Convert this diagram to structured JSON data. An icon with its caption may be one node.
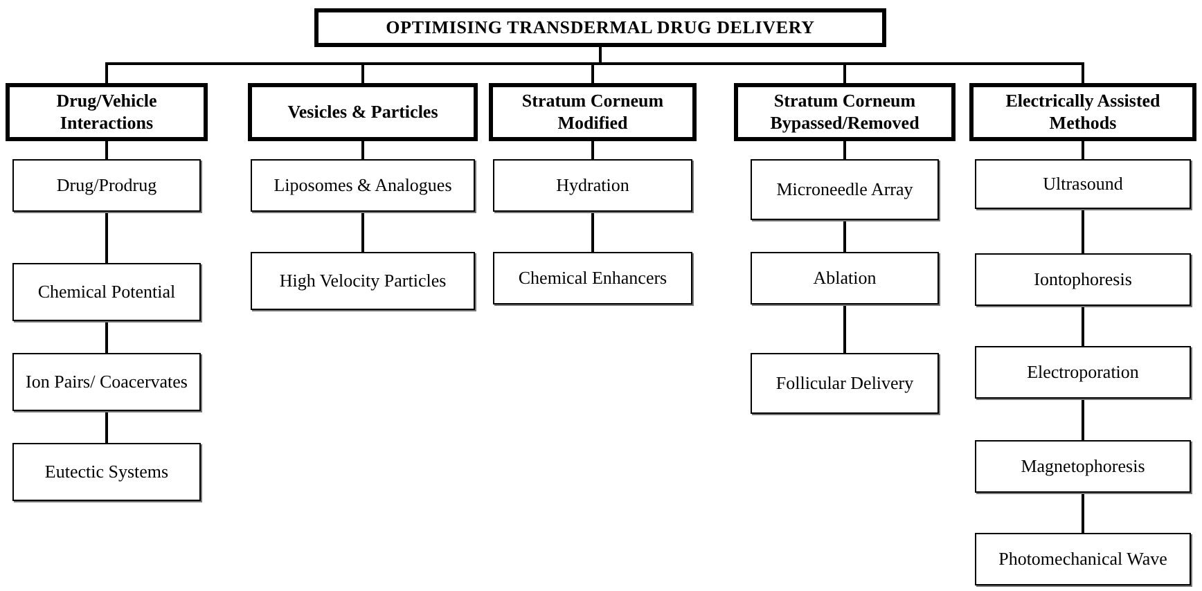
{
  "diagram": {
    "nodes": [
      {
        "text": [
          "OPTIMISING TRANSDERMAL DRUG DELIVERY"
        ]
      },
      {
        "text": [
          "Drug/Vehicle Interactions"
        ]
      },
      {
        "text": [
          "Vesicles & Particles"
        ]
      },
      {
        "text": [
          "Stratum Corneum Modified"
        ]
      },
      {
        "text": [
          "Stratum Corneum Bypassed/Removed"
        ]
      },
      {
        "text": [
          "Electrically Assisted Methods"
        ]
      },
      {
        "text": [
          "Drug/Prodrug"
        ]
      },
      {
        "text": [
          "Chemical Potential"
        ]
      },
      {
        "text": [
          "Ion Pairs/ Coacervates"
        ]
      },
      {
        "text": [
          "Eutectic Systems"
        ]
      },
      {
        "text": [
          "Liposomes & Analogues"
        ]
      },
      {
        "text": [
          "High Velocity Particles"
        ]
      },
      {
        "text": [
          "Hydration"
        ]
      },
      {
        "text": [
          "Chemical Enhancers"
        ]
      },
      {
        "text": [
          "Microneedle Array"
        ]
      },
      {
        "text": [
          "Ablation"
        ]
      },
      {
        "text": [
          "Follicular Delivery"
        ]
      },
      {
        "text": [
          "Ultrasound"
        ]
      },
      {
        "text": [
          "Iontophoresis"
        ]
      },
      {
        "text": [
          "Electroporation"
        ]
      },
      {
        "text": [
          "Magnetophoresis"
        ]
      },
      {
        "text": [
          "Photomechanical Wave"
        ]
      }
    ],
    "edges": [
      {
        "from": 0,
        "to": 1,
        "arrow": "none"
      },
      {
        "from": 0,
        "to": 2,
        "arrow": "none"
      },
      {
        "from": 0,
        "to": 3,
        "arrow": "none"
      },
      {
        "from": 0,
        "to": 4,
        "arrow": "none"
      },
      {
        "from": 0,
        "to": 5,
        "arrow": "none"
      },
      {
        "from": 1,
        "to": 6,
        "arrow": "none"
      },
      {
        "from": 6,
        "to": 7,
        "arrow": "none"
      },
      {
        "from": 7,
        "to": 8,
        "arrow": "none"
      },
      {
        "from": 8,
        "to": 9,
        "arrow": "none"
      },
      {
        "from": 2,
        "to": 10,
        "arrow": "none"
      },
      {
        "from": 10,
        "to": 11,
        "arrow": "none"
      },
      {
        "from": 3,
        "to": 12,
        "arrow": "none"
      },
      {
        "from": 12,
        "to": 13,
        "arrow": "none"
      },
      {
        "from": 4,
        "to": 14,
        "arrow": "none"
      },
      {
        "from": 14,
        "to": 15,
        "arrow": "none"
      },
      {
        "from": 15,
        "to": 16,
        "arrow": "none"
      },
      {
        "from": 5,
        "to": 17,
        "arrow": "none"
      },
      {
        "from": 17,
        "to": 18,
        "arrow": "none"
      },
      {
        "from": 18,
        "to": 19,
        "arrow": "none"
      },
      {
        "from": 19,
        "to": 20,
        "arrow": "none"
      },
      {
        "from": 20,
        "to": 21,
        "arrow": "none"
      }
    ]
  }
}
